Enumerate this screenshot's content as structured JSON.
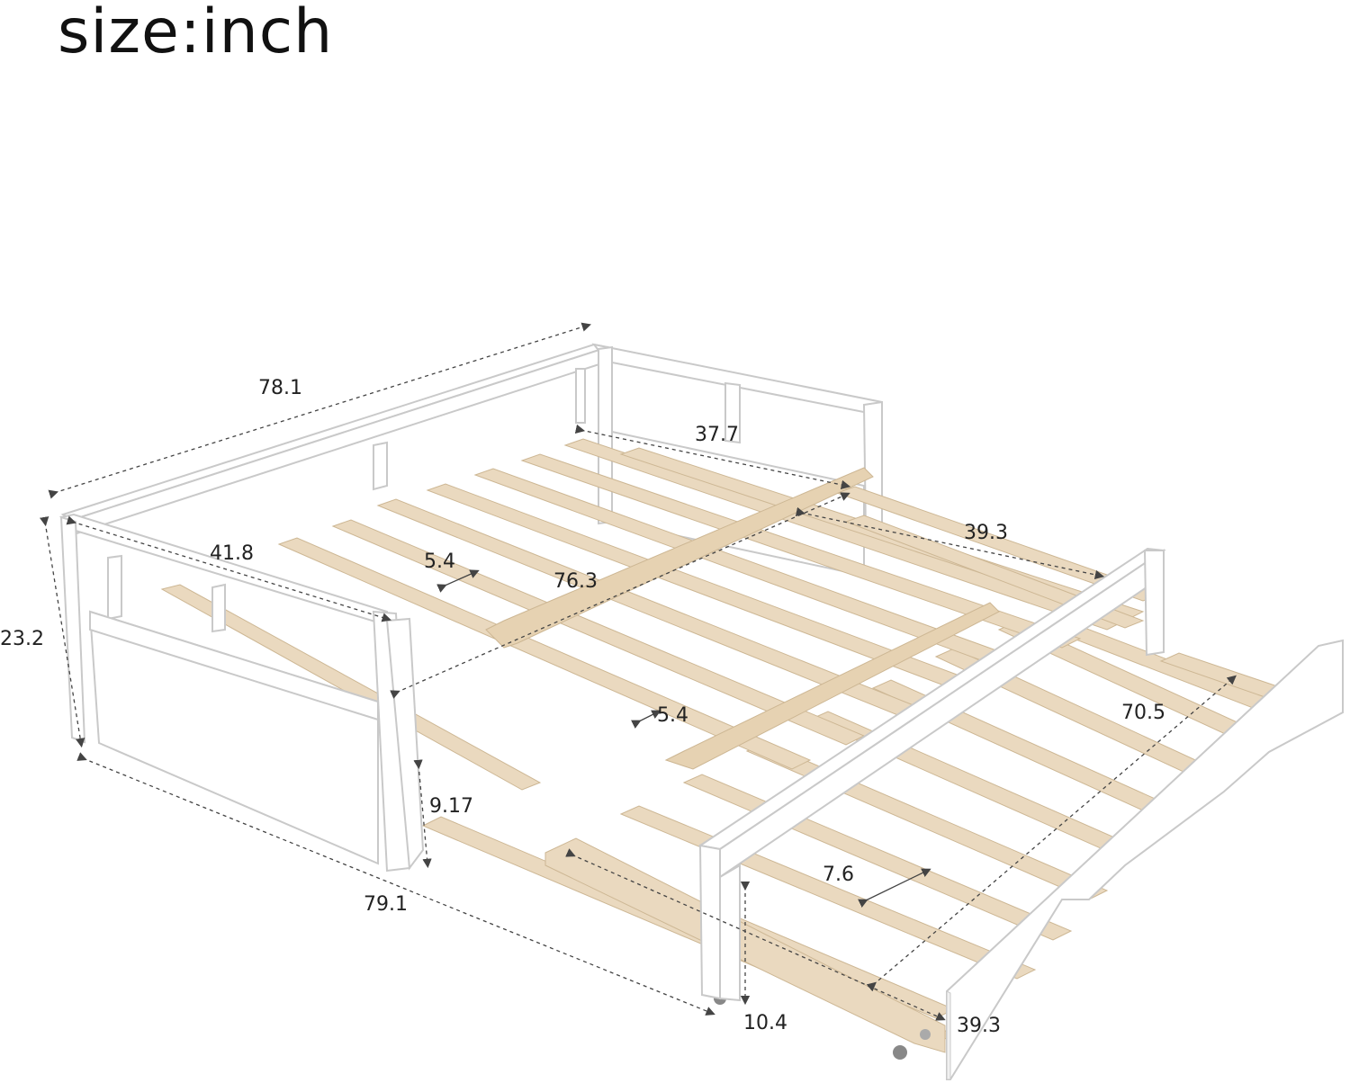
{
  "title": "size:inch",
  "dimensions": {
    "overall_length": "78.1",
    "back_width": "37.7",
    "trundle_width": "39.3",
    "side_width": "41.8",
    "slat_gap_top": "5.4",
    "inner_length": "76.3",
    "total_height": "23.2",
    "slat_gap_middle": "5.4",
    "trundle_length": "70.5",
    "clearance_height": "9.17",
    "trundle_slat_gap": "7.6",
    "base_length": "79.1",
    "trundle_height": "10.4",
    "trundle_front_width": "39.3"
  },
  "colors": {
    "frame": "#ffffff",
    "frame_edge": "#c9c9c9",
    "slat": "#ead9bf",
    "slat_edge": "#cdb794",
    "dimension_line": "#444444"
  }
}
